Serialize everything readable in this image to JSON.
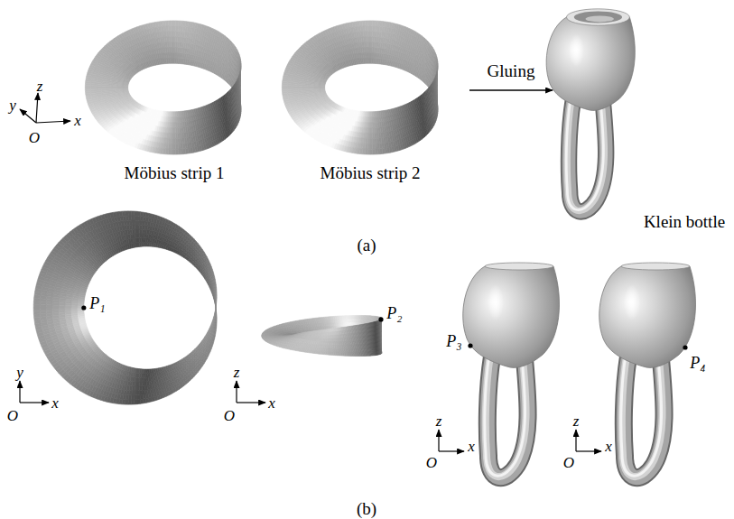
{
  "diagram": {
    "labels": [
      "y",
      "z",
      "x",
      "O",
      "Möbius strip 1",
      "Möbius strip 2",
      "Gluing",
      "Klein bottle",
      "(a)",
      "P₁",
      "y",
      "x",
      "O",
      "P₂",
      "z",
      "x",
      "O",
      "P₃",
      "z",
      "x",
      "O",
      "P₄",
      "z",
      "x",
      "O",
      "(b)"
    ]
  }
}
